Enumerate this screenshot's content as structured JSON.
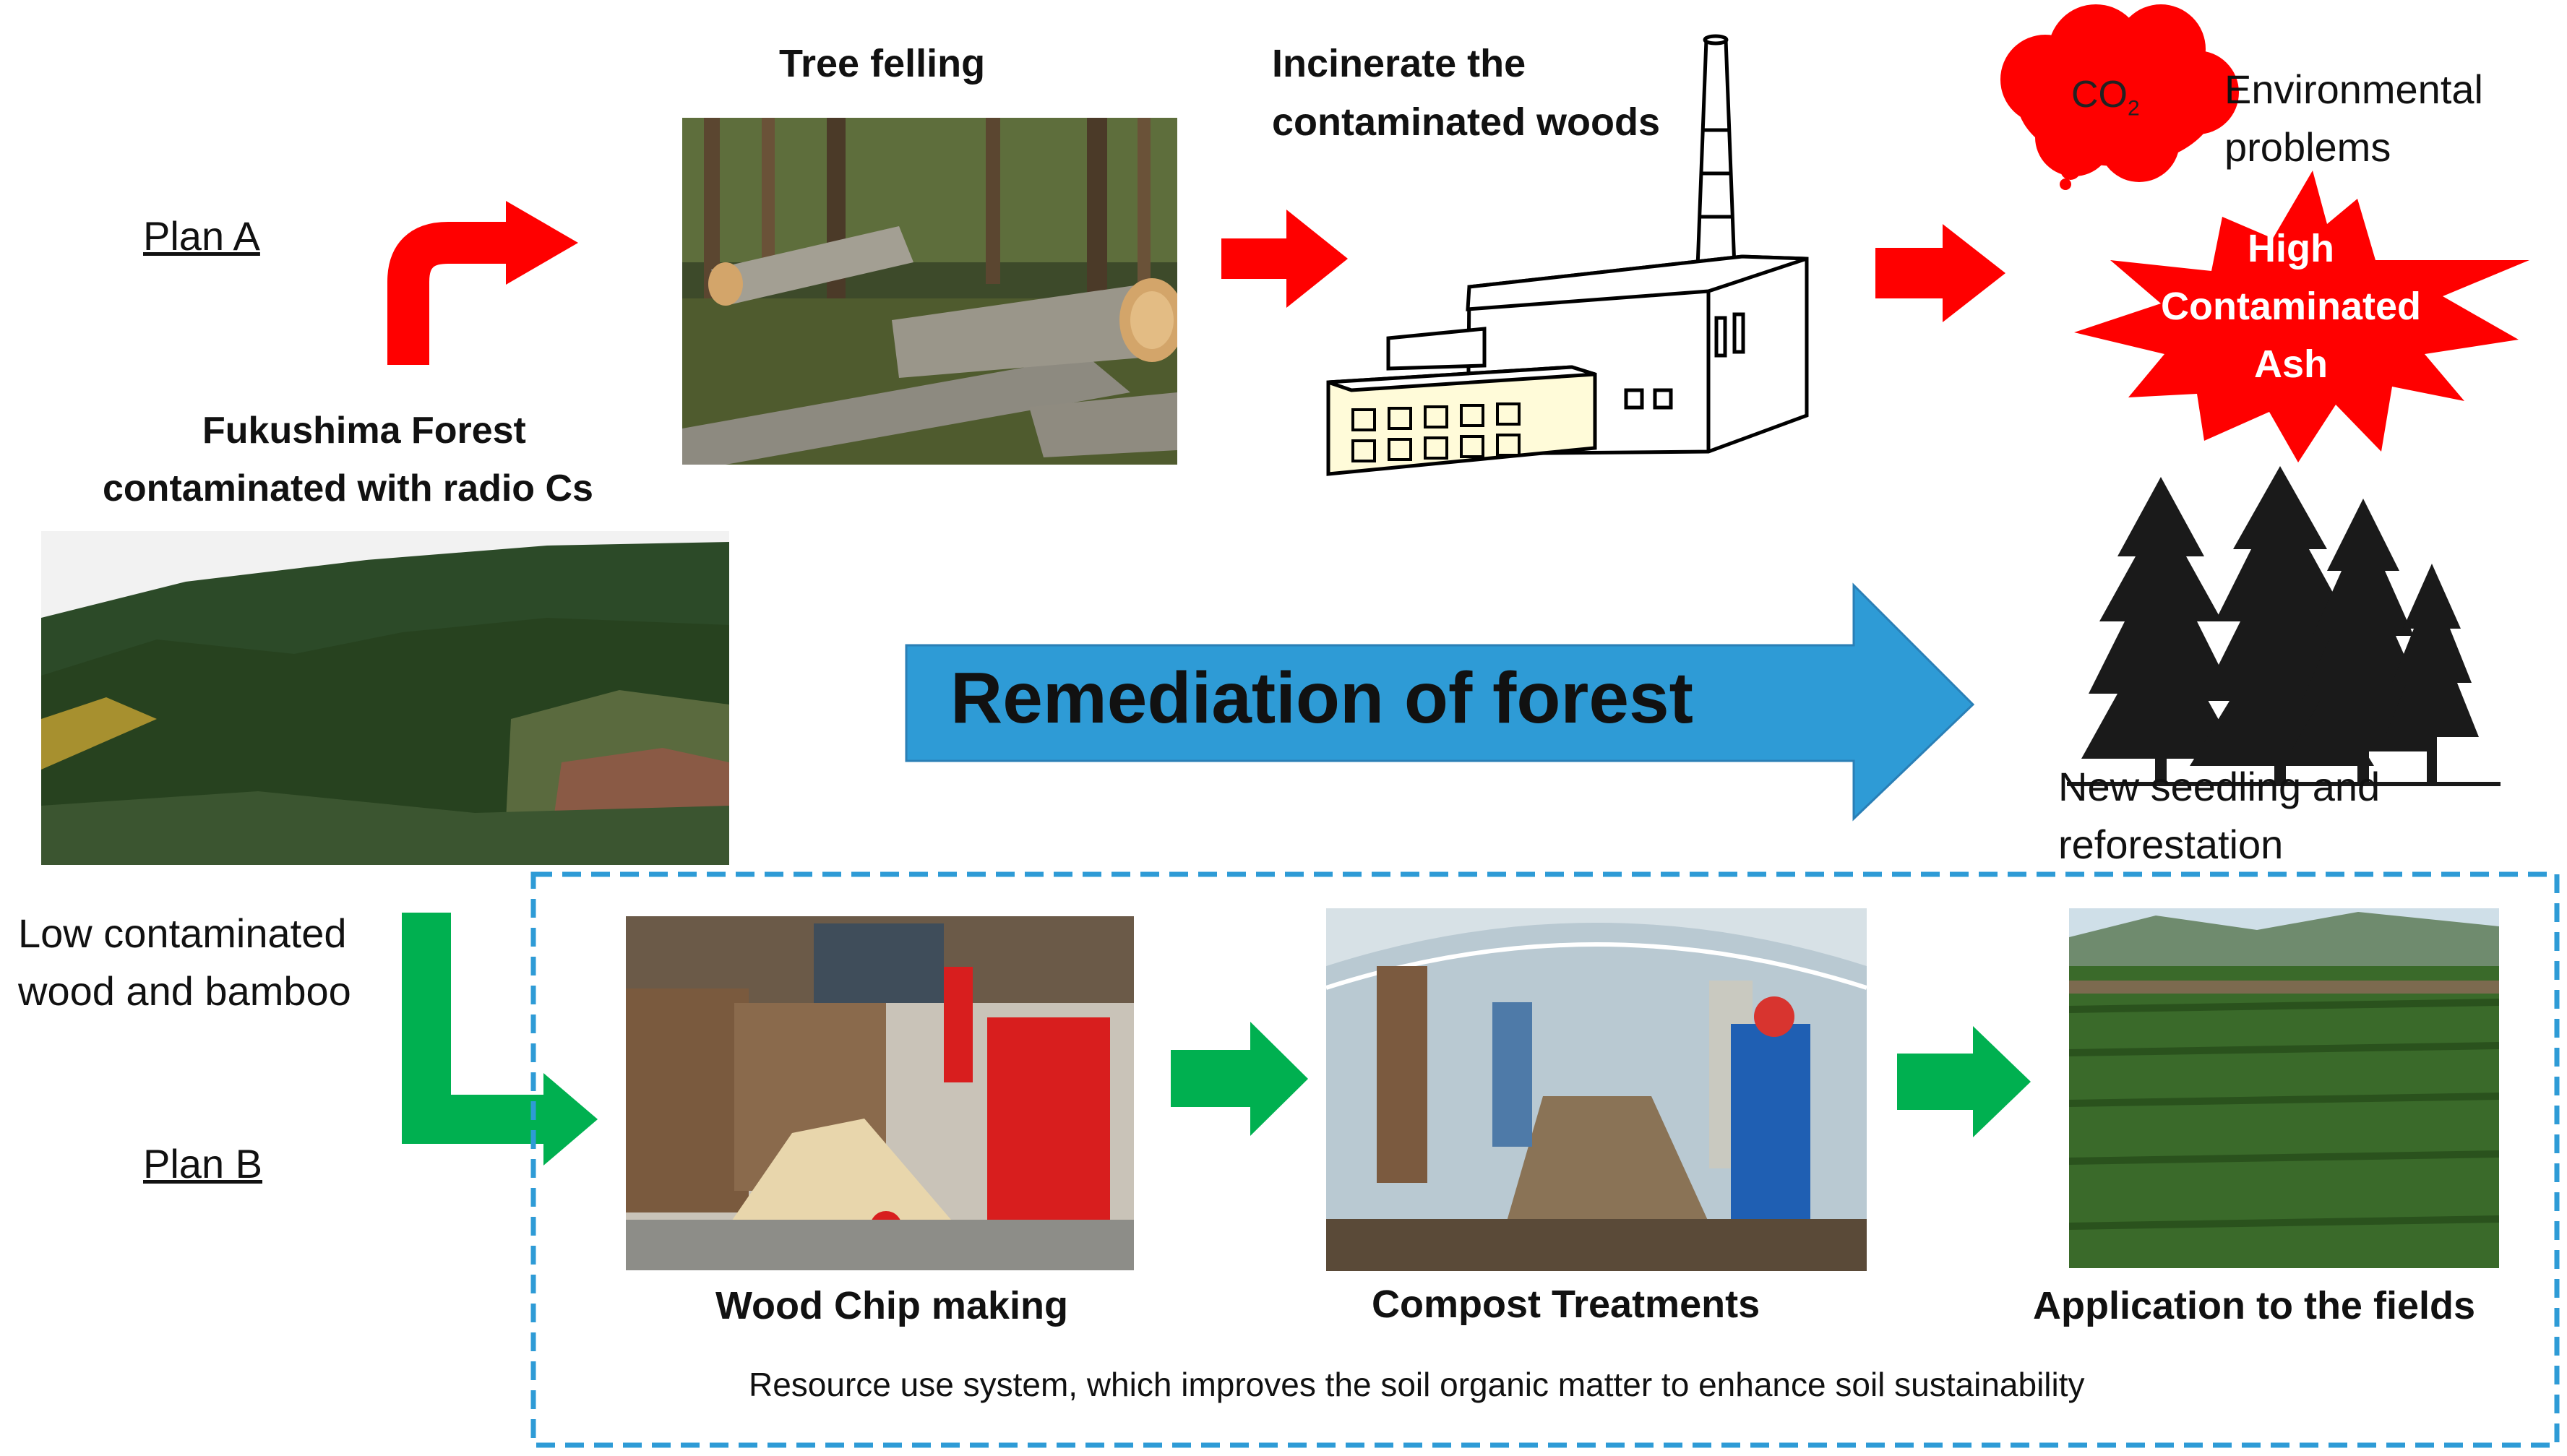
{
  "diagram": {
    "plan_a": "Plan A",
    "plan_b": "Plan B",
    "forest_title_line1": "Fukushima Forest",
    "forest_title_line2": "contaminated with radio Cs",
    "tree_felling": "Tree felling",
    "incinerate_line1": "Incinerate the",
    "incinerate_line2": "contaminated woods",
    "co2": "CO",
    "co2_sub": "2",
    "env_line1": "Environmental",
    "env_line2": "problems",
    "ash_line1": "High",
    "ash_line2": "Contaminated",
    "ash_line3": "Ash",
    "remediation": "Remediation of forest",
    "seedling_line1": "New seedling and",
    "seedling_line2": "reforestation",
    "low_line1": "Low contaminated",
    "low_line2": "wood and bamboo",
    "wood_chip": "Wood Chip making",
    "compost": "Compost Treatments",
    "application": "Application to the fields",
    "resource_caption": "Resource use system, which improves the soil organic matter to enhance soil sustainability"
  },
  "colors": {
    "plan_a_arrow": "#ff0000",
    "plan_b_arrow": "#00b050",
    "remediation_arrow": "#2e9bd6",
    "ash_star": "#ff0000",
    "co2_cloud": "#ff0000",
    "dashed_box": "#2e9bd6"
  }
}
